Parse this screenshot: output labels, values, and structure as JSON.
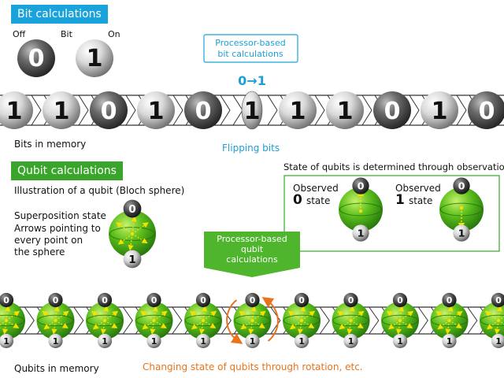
{
  "bits": {
    "header": "Bit calculations",
    "off_label": "Off",
    "bit_label": "Bit",
    "on_label": "On",
    "off_value": "0",
    "on_value": "1",
    "processor_label_line1": "Processor-based",
    "processor_label_line2": "bit calculations",
    "transition": "0→1",
    "memory": [
      "1",
      "1",
      "0",
      "1",
      "0",
      "1",
      "1",
      "1",
      "0",
      "1",
      "0"
    ],
    "memory_label": "Bits in memory",
    "flipping_label": "Flipping bits"
  },
  "qubits": {
    "header": "Qubit calculations",
    "illustration_label": "Illustration of a qubit (Bloch sphere)",
    "superposition_title": "Superposition state",
    "superposition_desc": [
      "Arrows pointing to",
      "every point on",
      "the sphere"
    ],
    "observation_title": "State of qubits is determined through observation",
    "observed_word": "Observed",
    "observed_zero_value": "0",
    "observed_one_value": "1",
    "state_word": "state",
    "pole_top": "0",
    "pole_bottom": "1",
    "processor_label": [
      "Processor-based",
      "qubit",
      "calculations"
    ],
    "memory_label": "Qubits in memory",
    "rotation_label": "Changing state of qubits through rotation, etc.",
    "memory_count": 11
  },
  "colors": {
    "blue_accent": "#1aa3db",
    "green_accent": "#3aa52b",
    "orange_accent": "#e8731c"
  }
}
